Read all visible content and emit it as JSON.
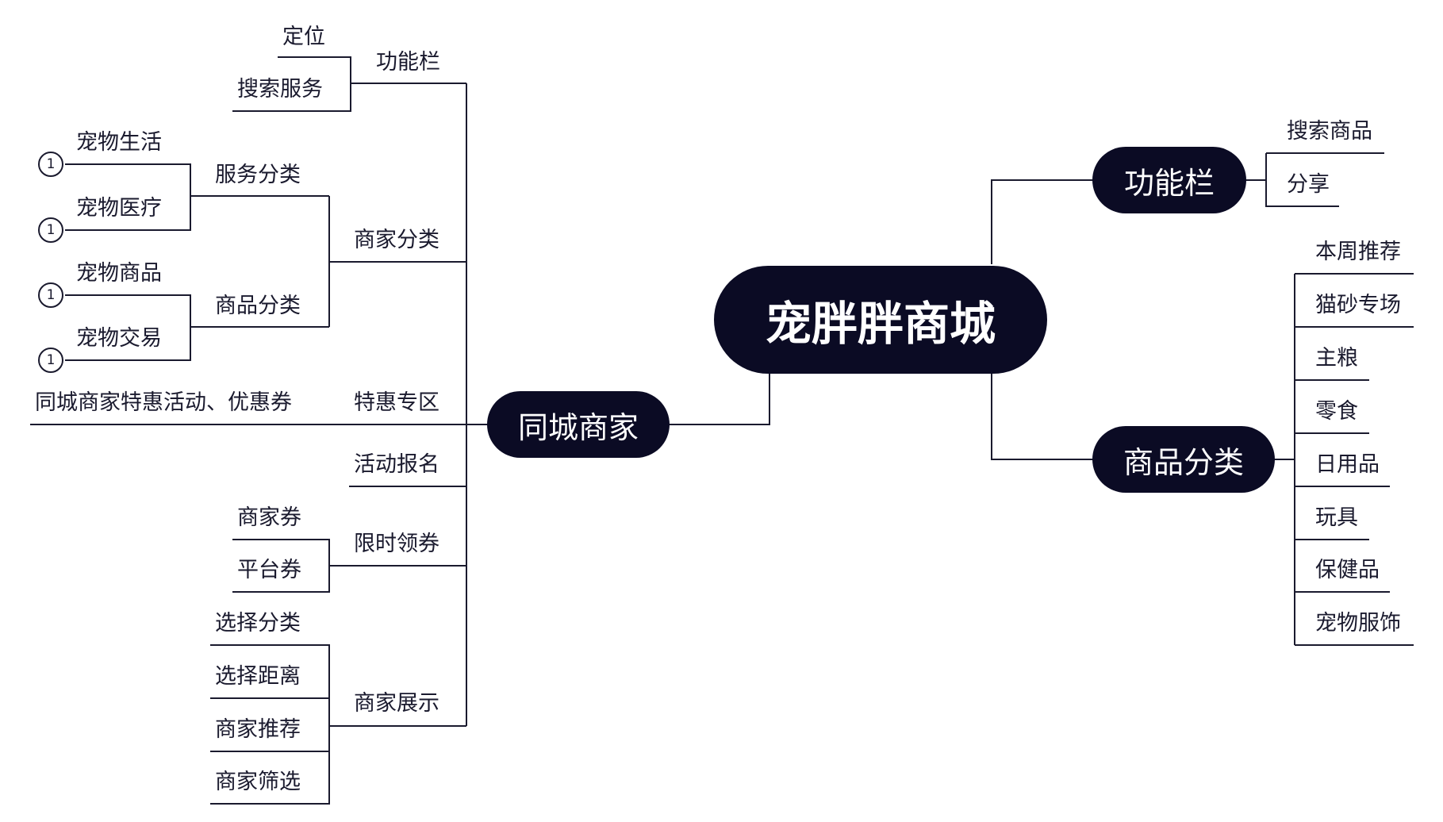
{
  "root": {
    "label": "宠胖胖商城"
  },
  "left_branch": {
    "label": "同城商家",
    "function_bar": {
      "label": "功能栏",
      "children": [
        "定位",
        "搜索服务"
      ]
    },
    "merchant_category": {
      "label": "商家分类",
      "service_category": {
        "label": "服务分类",
        "children": [
          "宠物生活",
          "宠物医疗"
        ]
      },
      "goods_category": {
        "label": "商品分类",
        "children": [
          "宠物商品",
          "宠物交易"
        ]
      }
    },
    "special_zone": {
      "label": "特惠专区",
      "note": "同城商家特惠活动、优惠券"
    },
    "event_signup": {
      "label": "活动报名"
    },
    "coupon": {
      "label": "限时领券",
      "children": [
        "商家券",
        "平台券"
      ]
    },
    "merchant_display": {
      "label": "商家展示",
      "children": [
        "选择分类",
        "选择距离",
        "商家推荐",
        "商家筛选"
      ]
    },
    "marker_count": "1"
  },
  "right_branches": {
    "function_bar": {
      "label": "功能栏",
      "children": [
        "搜索商品",
        "分享"
      ]
    },
    "goods_category": {
      "label": "商品分类",
      "children": [
        "本周推荐",
        "猫砂专场",
        "主粮",
        "零食",
        "日用品",
        "玩具",
        "保健品",
        "宠物服饰"
      ]
    }
  },
  "colors": {
    "node_fill": "#0b0b24",
    "node_text": "#ffffff",
    "line": "#1a1a2e",
    "text": "#1a1a2e"
  }
}
